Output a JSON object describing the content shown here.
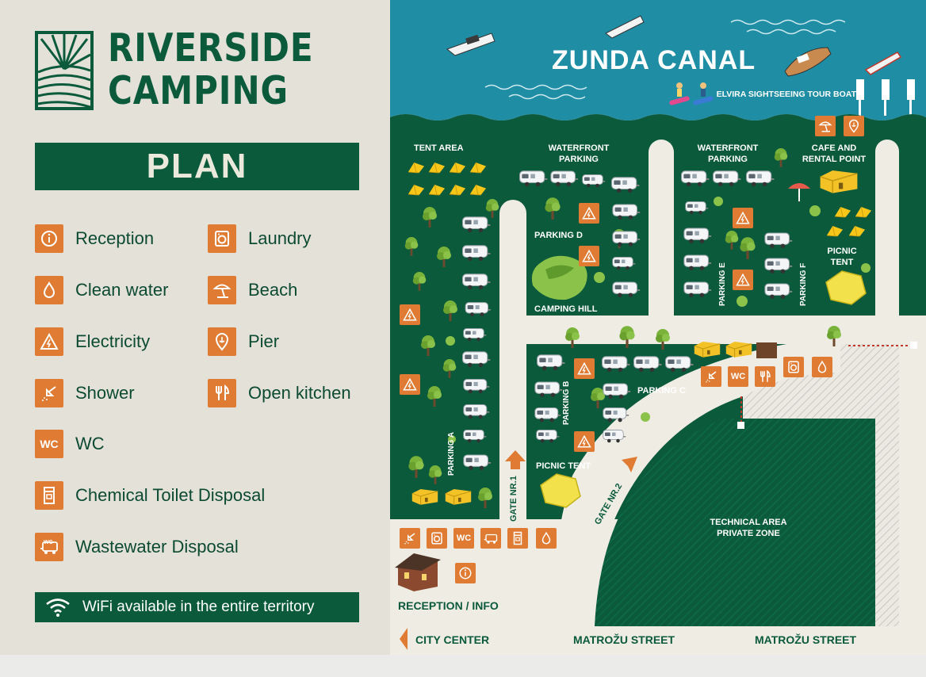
{
  "brand": {
    "line1": "RIVERSIDE",
    "line2": "CAMPING"
  },
  "plan_title": "PLAN",
  "legend": [
    {
      "label": "Reception",
      "icon": "info-icon"
    },
    {
      "label": "Laundry",
      "icon": "laundry-icon"
    },
    {
      "label": "Clean water",
      "icon": "water-drop-icon"
    },
    {
      "label": "Beach",
      "icon": "beach-umbrella-icon"
    },
    {
      "label": "Electricity",
      "icon": "electricity-icon"
    },
    {
      "label": "Pier",
      "icon": "pier-pin-icon"
    },
    {
      "label": "Shower",
      "icon": "shower-icon"
    },
    {
      "label": "Open kitchen",
      "icon": "kitchen-icon"
    },
    {
      "label": "WC",
      "icon": "wc-icon",
      "icon_text": "WC"
    },
    {
      "label": "Chemical Toilet Disposal",
      "icon": "chemical-toilet-icon"
    },
    {
      "label": "Wastewater Disposal",
      "icon": "wastewater-icon",
      "icon_text": "WC"
    }
  ],
  "wifi": "WiFi available in the entire territory",
  "map": {
    "canal": "ZUNDA CANAL",
    "tour_boat": "ELVIRA SIGHTSEEING TOUR BOAT",
    "tent_area": "TENT AREA",
    "waterfront_parking_1": "WATERFRONT PARKING",
    "waterfront_parking_2": "WATERFRONT PARKING",
    "cafe": "CAFE AND RENTAL POINT",
    "parking_d": "PARKING D",
    "camping_hill": "CAMPING HILL",
    "parking_e": "PARKING E",
    "parking_f": "PARKING F",
    "picnic_tent_1": "PICNIC TENT",
    "picnic_tent_2": "PICNIC TENT",
    "parking_a": "PARKING A",
    "parking_b": "PARKING B",
    "parking_c": "PARKING C",
    "gate1": "GATE NR.1",
    "gate2": "GATE NR.2",
    "technical": "TECHNICAL AREA PRIVATE ZONE",
    "reception": "RECEPTION / INFO",
    "city_center": "CITY CENTER",
    "street1": "MATROŽU STREET",
    "street2": "MATROŽU STREET",
    "wc_icon_text": "WC"
  },
  "colors": {
    "green": "#0a5a3b",
    "orange": "#df7b32",
    "water": "#1e8fa6",
    "cream": "#e4e1d8"
  }
}
